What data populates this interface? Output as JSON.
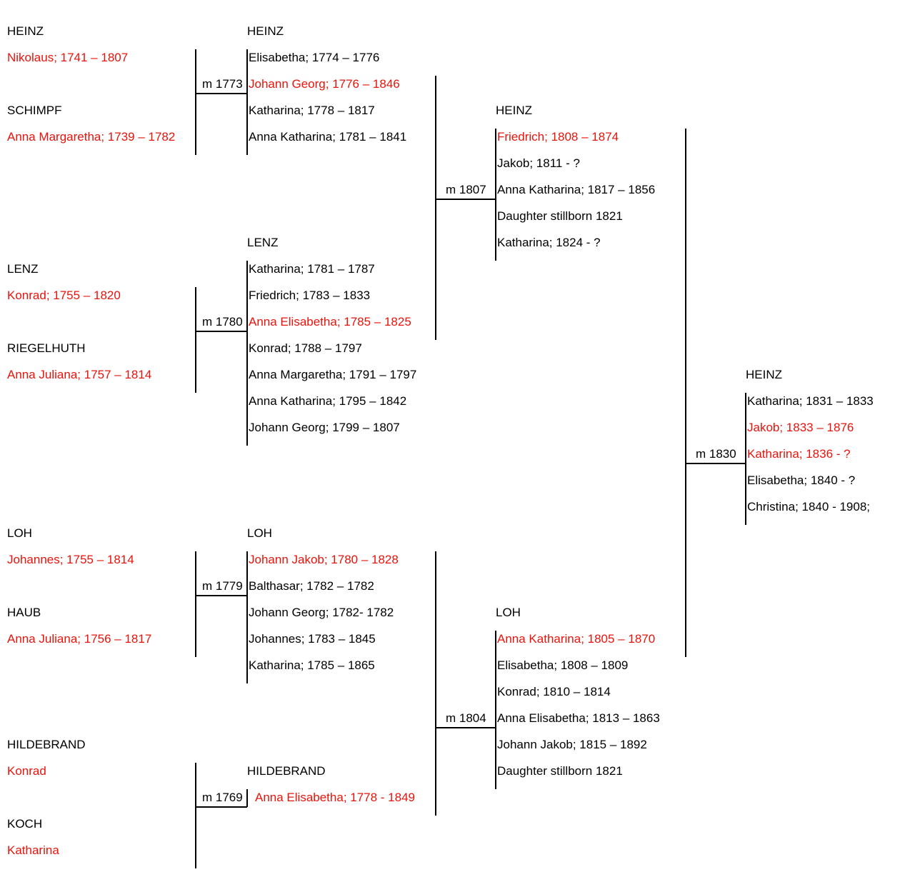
{
  "colors": {
    "ancestor": "#e8140c",
    "default": "#000000",
    "line": "#000000"
  },
  "gen1": {
    "heinz_surname": "HEINZ",
    "heinz_person": "Nikolaus; 1741 – 1807",
    "schimpf_surname": "SCHIMPF",
    "schimpf_person": "Anna Margaretha; 1739 – 1782",
    "lenz_surname": "LENZ",
    "lenz_person": "Konrad; 1755 – 1820",
    "riegelhuth_surname": "RIEGELHUTH",
    "riegelhuth_person": "Anna Juliana; 1757 – 1814",
    "loh_surname": "LOH",
    "loh_person": "Johannes; 1755 – 1814",
    "haub_surname": "HAUB",
    "haub_person": "Anna Juliana; 1756 – 1817",
    "hildebrand_surname": "HILDEBRAND",
    "hildebrand_person": "Konrad",
    "koch_surname": "KOCH",
    "koch_person": "Katharina"
  },
  "marriages": {
    "m1773": "m 1773",
    "m1780": "m 1780",
    "m1779": "m 1779",
    "m1769": "m 1769",
    "m1807": "m 1807",
    "m1804": "m 1804",
    "m1830": "m 1830"
  },
  "gen2": {
    "heinz": {
      "surname": "HEINZ",
      "children": [
        "Elisabetha; 1774 – 1776",
        "Johann Georg; 1776 – 1846",
        "Katharina; 1778 – 1817",
        "Anna Katharina; 1781 – 1841"
      ]
    },
    "lenz": {
      "surname": "LENZ",
      "children": [
        "Katharina; 1781 – 1787",
        "Friedrich; 1783 – 1833",
        "Anna Elisabetha; 1785 – 1825",
        "Konrad; 1788 – 1797",
        "Anna Margaretha; 1791 – 1797",
        "Anna Katharina; 1795 – 1842",
        "Johann Georg; 1799 – 1807"
      ]
    },
    "loh": {
      "surname": "LOH",
      "children": [
        "Johann Jakob; 1780 – 1828",
        "Balthasar; 1782 – 1782",
        "Johann Georg; 1782- 1782",
        "Johannes; 1783 – 1845",
        "Katharina; 1785 – 1865"
      ]
    },
    "hildebrand": {
      "surname": "HILDEBRAND",
      "children": [
        "Anna Elisabetha; 1778 - 1849"
      ]
    }
  },
  "gen3": {
    "heinz": {
      "surname": "HEINZ",
      "children": [
        "Friedrich; 1808 – 1874",
        "Jakob; 1811 - ?",
        "Anna Katharina; 1817 – 1856",
        "Daughter stillborn 1821",
        "Katharina; 1824 - ?"
      ]
    },
    "loh": {
      "surname": "LOH",
      "children": [
        "Anna Katharina; 1805 – 1870",
        "Elisabetha; 1808 – 1809",
        "Konrad; 1810 – 1814",
        "Anna Elisabetha; 1813 – 1863",
        "Johann Jakob; 1815 – 1892",
        "Daughter stillborn 1821"
      ]
    }
  },
  "gen4": {
    "heinz": {
      "surname": "HEINZ",
      "children": [
        "Katharina; 1831 – 1833",
        "Jakob; 1833 – 1876",
        "Katharina; 1836 - ?",
        "Elisabetha; 1840 - ?",
        "Christina; 1840 - 1908;"
      ]
    }
  }
}
